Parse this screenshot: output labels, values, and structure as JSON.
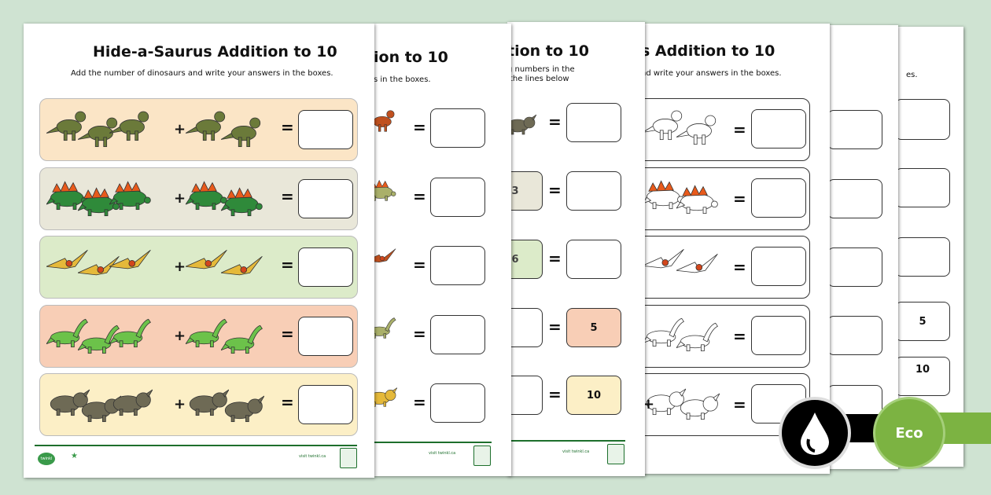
{
  "worksheet": {
    "title": "Hide-a-Saurus Addition to 10",
    "instruction": "Add the number of dinosaurs and write your answers in the boxes.",
    "title_fragment_1": "ion to 10",
    "instruction_fragment_1": "s in the boxes.",
    "title_fragment_2": "tion to 10",
    "instruction_fragment_2a": "g numbers in the",
    "instruction_fragment_2b": "the lines below",
    "title_fragment_3": "s Addition to 10",
    "instruction_fragment_3": "nd write your answers in the boxes.",
    "instruction_fragment_4": "es.",
    "plus": "+",
    "equals": "=",
    "page3_given": [
      "3",
      "6"
    ],
    "page3_answers": [
      "5",
      "10"
    ],
    "page6_answers": [
      "5",
      "10"
    ],
    "footer_link": "visit twinkl.ca",
    "brand": "twinkl"
  },
  "rows": [
    {
      "dino": "t-rex",
      "color": "#fbe5c6",
      "dino_color": "#6b7a3a"
    },
    {
      "dino": "stegosaurus",
      "color": "#e9e7d9",
      "dino_color": "#2f8a3a"
    },
    {
      "dino": "pterodactyl",
      "color": "#dcebc9",
      "dino_color": "#e5b93a"
    },
    {
      "dino": "brachiosaurus",
      "color": "#f8ceb6",
      "dino_color": "#6cc24a"
    },
    {
      "dino": "triceratops",
      "color": "#fcefc6",
      "dino_color": "#6e6a55"
    }
  ],
  "badges": {
    "ink": "ink-drop-icon",
    "eco": "Eco",
    "eco_color": "#7cb342"
  }
}
